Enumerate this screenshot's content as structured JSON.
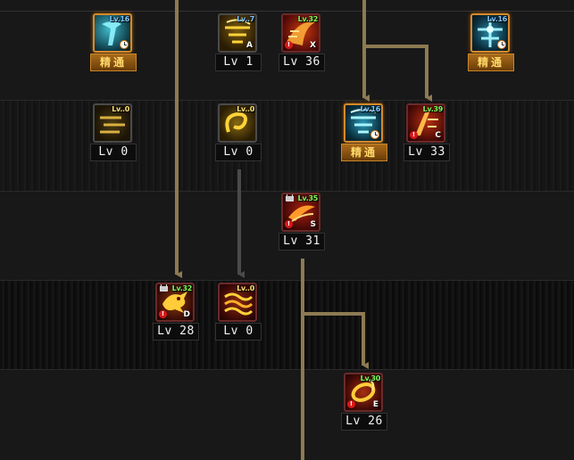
{
  "colors": {
    "connector_active": "#8c7a52",
    "connector_inactive": "#4a4a4a",
    "mastery_border": "#d48a2a",
    "mastery_text": "#ffd86a",
    "level_tag_blue": "#7fc8ff",
    "level_tag_yellow": "#ffe37a",
    "level_tag_green": "#7dff5a"
  },
  "skills": [
    {
      "name": "skill-row1-col1",
      "icon": "cyan-staff-skill-icon",
      "tag": "Lv.16",
      "label": "精通",
      "mastery": true,
      "timer": true
    },
    {
      "name": "skill-row1-col2",
      "icon": "yellow-flow-skill-icon",
      "tag": "Lv..7",
      "label": "Lv 1",
      "hotkey": "A"
    },
    {
      "name": "skill-row1-col3",
      "icon": "red-flow-skill-icon",
      "tag": "Lv.32",
      "label": "Lv 36",
      "hotkey": "X",
      "warn": true
    },
    {
      "name": "skill-row1-col4",
      "icon": "cyan-cross-skill-icon",
      "tag": "Lv.16",
      "label": "精通",
      "mastery": true,
      "timer": true
    },
    {
      "name": "skill-row2-col1",
      "icon": "gold-bars-skill-icon",
      "tag": "Lv..0",
      "label": "Lv 0"
    },
    {
      "name": "skill-row2-col2",
      "icon": "yellow-swirl-skill-icon",
      "tag": "Lv..0",
      "label": "Lv 0"
    },
    {
      "name": "skill-row2-col3",
      "icon": "cyan-flow-skill-icon",
      "tag": "Lv.16",
      "label": "精通",
      "mastery": true,
      "timer": true
    },
    {
      "name": "skill-row2-col4",
      "icon": "red-flow-strike-skill-icon",
      "tag": "Lv.39",
      "label": "Lv 33",
      "hotkey": "C",
      "warn": true
    },
    {
      "name": "skill-row3-col1",
      "icon": "red-slash-skill-icon",
      "tag": "Lv.35",
      "label": "Lv 31",
      "hotkey": "S",
      "warn": true,
      "lock": true
    },
    {
      "name": "skill-row4-col1",
      "icon": "dragon-skill-icon",
      "tag": "Lv.32",
      "label": "Lv 28",
      "hotkey": "D",
      "warn": true,
      "lock": true
    },
    {
      "name": "skill-row4-col2",
      "icon": "yellow-wave-skill-icon",
      "tag": "Lv..0",
      "label": "Lv 0"
    },
    {
      "name": "skill-row5-col1",
      "icon": "fire-ring-skill-icon",
      "tag": "Lv.30",
      "label": "Lv 26",
      "hotkey": "E",
      "warn": true
    }
  ]
}
